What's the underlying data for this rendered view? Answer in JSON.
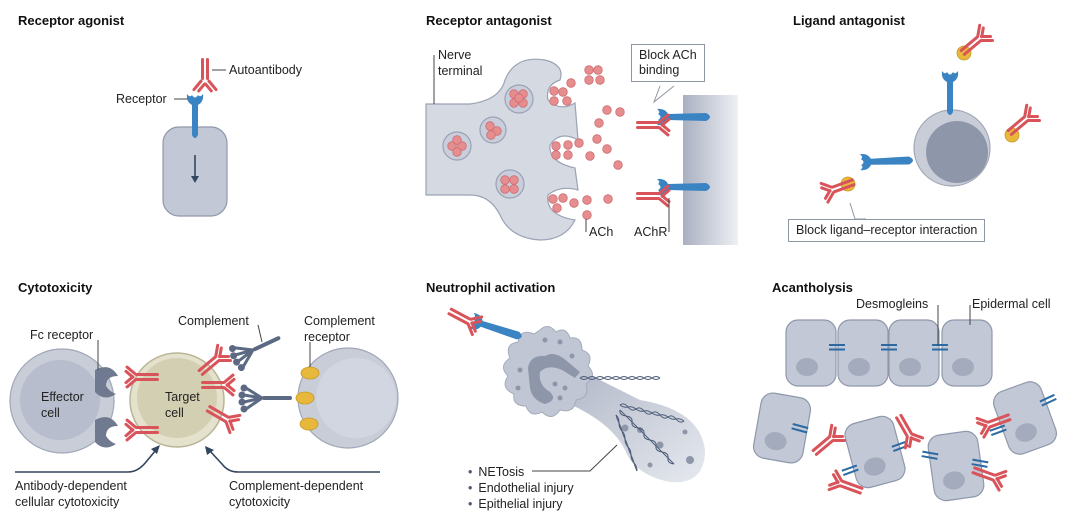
{
  "colors": {
    "antibody": "#d9545a",
    "antibody_dark": "#b9393f",
    "receptor": "#3a84c4",
    "receptor_dark": "#2b6aa3",
    "cell_fill": "#c4c9d6",
    "cell_stroke": "#8f98ab",
    "nucleus": "#9aa2b4",
    "ach": "#e58d8f",
    "ligand": "#e8b83c",
    "target_cell": "#d8d5b8",
    "complement": "#5b6983",
    "arrow": "#33465f"
  },
  "panels": {
    "receptor_agonist": {
      "title": "Receptor agonist",
      "labels": {
        "autoantibody": "Autoantibody",
        "receptor": "Receptor"
      }
    },
    "receptor_antagonist": {
      "title": "Receptor antagonist",
      "labels": {
        "nerve_terminal_1": "Nerve",
        "nerve_terminal_2": "terminal",
        "ach": "ACh",
        "achr": "AChR"
      },
      "callout": {
        "line1": "Block ACh",
        "line2": "binding"
      }
    },
    "ligand_antagonist": {
      "title": "Ligand antagonist",
      "callout": "Block ligand–receptor interaction"
    },
    "cytotoxicity": {
      "title": "Cytotoxicity",
      "labels": {
        "fc_receptor": "Fc receptor",
        "complement": "Complement",
        "complement_receptor_1": "Complement",
        "complement_receptor_2": "receptor",
        "effector_cell_1": "Effector",
        "effector_cell_2": "cell",
        "target_cell_1": "Target",
        "target_cell_2": "cell",
        "adcc_1": "Antibody-dependent",
        "adcc_2": "cellular cytotoxicity",
        "cdc_1": "Complement-dependent",
        "cdc_2": "cytotoxicity"
      }
    },
    "neutrophil_activation": {
      "title": "Neutrophil activation",
      "bullets": [
        "NETosis",
        "Endothelial injury",
        "Epithelial injury"
      ]
    },
    "acantholysis": {
      "title": "Acantholysis",
      "labels": {
        "desmogleins": "Desmogleins",
        "epidermal_cell": "Epidermal cell"
      }
    }
  }
}
